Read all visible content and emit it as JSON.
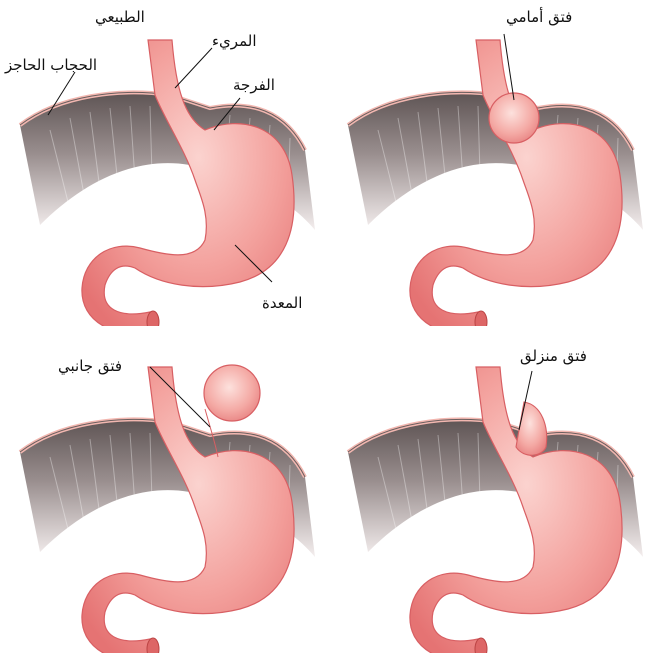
{
  "panels": {
    "normal": {
      "title": "الطبيعي",
      "labels": {
        "esophagus": "المريء",
        "diaphragm": "الحجاب الحاجز",
        "hiatus": "الفرجة",
        "stomach": "المعدة"
      }
    },
    "anterior": {
      "title": "فتق أمامي"
    },
    "lateral": {
      "title": "فتق جانبي"
    },
    "sliding": {
      "title": "فتق منزلق"
    }
  },
  "colors": {
    "stomach": "#f08c8c",
    "stomach_light": "#fbd0cc",
    "diaphragm_dark": "#7a6e6e",
    "diaphragm_light": "#e9e2e2",
    "diaphragm_rim": "#f2b7b0"
  }
}
